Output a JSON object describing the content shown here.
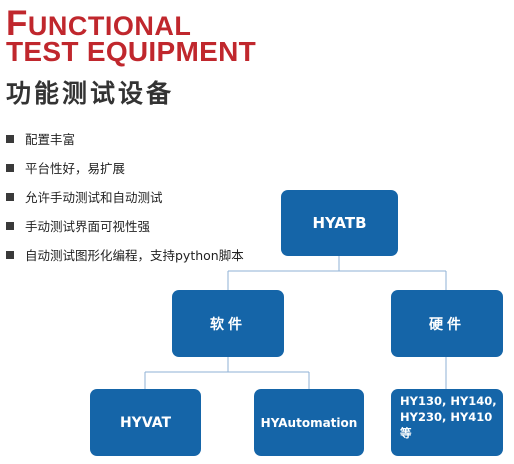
{
  "header": {
    "title_line1_initial": "F",
    "title_line1_rest": "UNCTIONAL",
    "title_line2": "TEST EQUIPMENT",
    "subtitle": "功能测试设备"
  },
  "features": [
    "配置丰富",
    "平台性好，易扩展",
    "允许手动测试和自动测试",
    "手动测试界面可视性强",
    "自动测试图形化编程，支持python脚本"
  ],
  "diagram": {
    "root": "HYATB",
    "software": "软件",
    "hardware": "硬件",
    "software_children": [
      "HYVAT",
      "HYAutomation"
    ],
    "hardware_children": "HY130, HY140, HY230, HY410 等"
  },
  "colors": {
    "title": "#c0272d",
    "node": "#1565a8",
    "connector": "#8fb2d6"
  }
}
